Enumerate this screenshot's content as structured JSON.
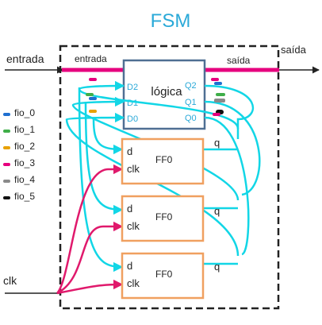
{
  "title": "FSM",
  "external": {
    "input_label": "entrada",
    "output_label": "saída",
    "clock_label": "clk"
  },
  "internal": {
    "input_label": "entrada",
    "output_label": "saída"
  },
  "logic_block": {
    "label": "lógica",
    "inputs": [
      "D2",
      "D1",
      "D0"
    ],
    "outputs": [
      "Q2",
      "Q1",
      "Q0"
    ]
  },
  "flip_flops": [
    {
      "label": "FF0",
      "d": "d",
      "clk": "clk",
      "q": "q"
    },
    {
      "label": "FF0",
      "d": "d",
      "clk": "clk",
      "q": "q"
    },
    {
      "label": "FF0",
      "d": "d",
      "clk": "clk",
      "q": "q"
    }
  ],
  "legend": [
    {
      "label": "fio_0",
      "color": "#1f6fd0"
    },
    {
      "label": "fio_1",
      "color": "#3fae49"
    },
    {
      "label": "fio_2",
      "color": "#e8a100"
    },
    {
      "label": "fio_3",
      "color": "#e6007e"
    },
    {
      "label": "fio_4",
      "color": "#8a8a8a"
    },
    {
      "label": "fio_5",
      "color": "#111111"
    }
  ],
  "colors": {
    "title": "#2aa9d8",
    "bus": "#e6007e",
    "wire_cyan": "#12d6e6",
    "wire_magenta": "#e0196c",
    "logic_border": "#4f6f93",
    "ff_border": "#f0a060",
    "frame": "#222222"
  }
}
